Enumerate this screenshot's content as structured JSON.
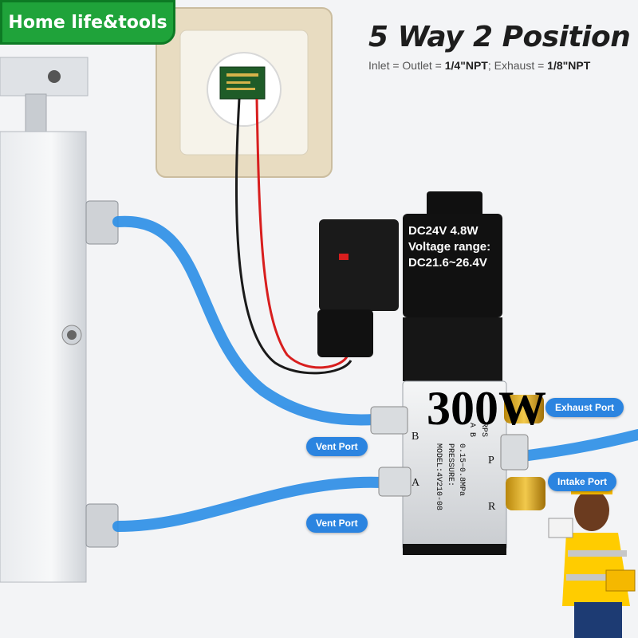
{
  "brand": {
    "label": "Home life&tools"
  },
  "header": {
    "title": "5 Way 2 Position",
    "subtitle_inlet_prefix": "Inlet = Outlet = ",
    "subtitle_inlet_value": "1/4\"NPT",
    "subtitle_exhaust_prefix": "; Exhaust = ",
    "subtitle_exhaust_value": "1/8\"NPT"
  },
  "coil_spec": {
    "line1": "DC24V 4.8W",
    "line2": "Voltage range:",
    "line3": "DC21.6~26.4V"
  },
  "power_label": "300W",
  "ports": {
    "vent_port_1": "Vent Port",
    "vent_port_2": "Vent Port",
    "exhaust_port": "Exhaust Port",
    "intake_port": "Intake Port"
  },
  "valve_body": {
    "port_b": "B",
    "port_a": "A",
    "port_p": "P",
    "port_r": "R",
    "ab_label": "A B",
    "rps_label": "RPS",
    "model": "MODEL:4V210-08",
    "pressure_label": "PRESSURE:",
    "pressure_value": "0.15~0.8MPa"
  },
  "colors": {
    "tube": "#2f8fe6",
    "brand_green": "#1fa33a",
    "pill_blue": "#2b84e0",
    "wire_red": "#d81e1e",
    "wire_black": "#1a1a1a"
  }
}
